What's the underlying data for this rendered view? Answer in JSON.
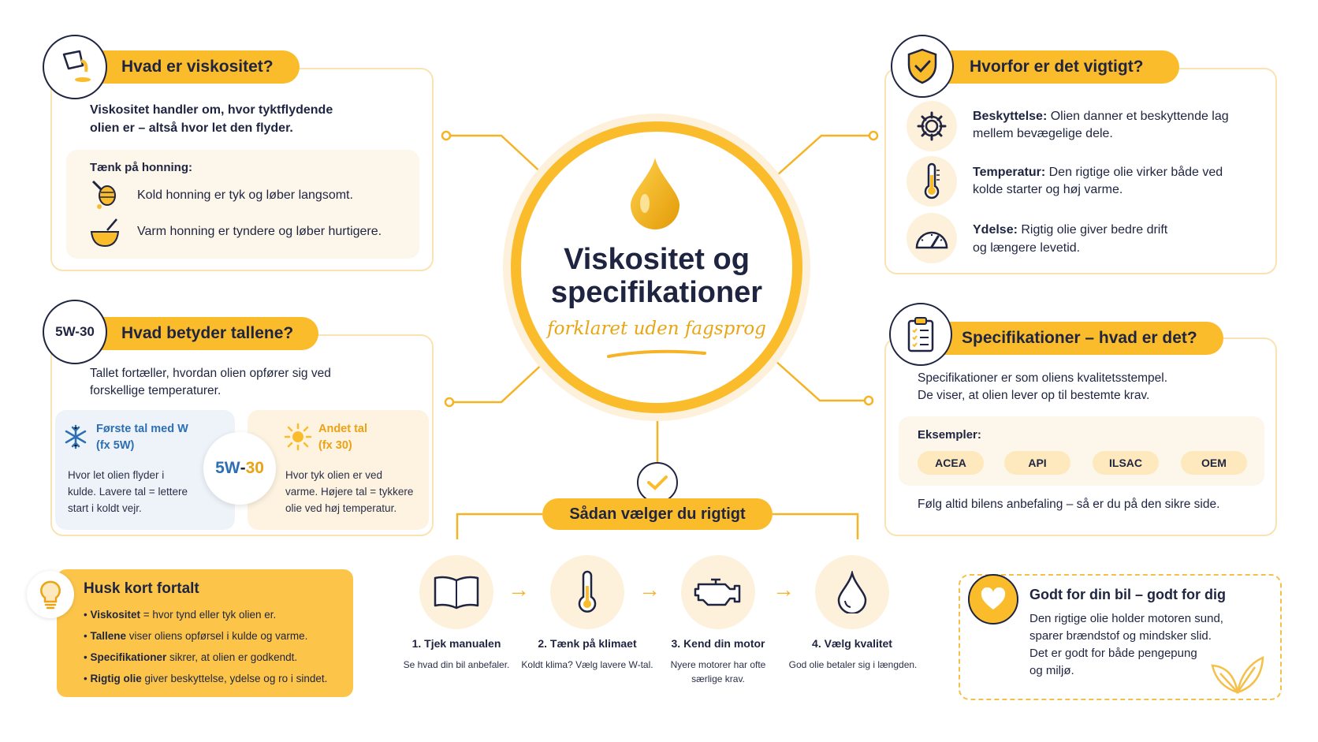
{
  "center": {
    "title_line1": "Viskositet og",
    "title_line2": "specifikationer",
    "subtitle": "forklaret uden fagsprog"
  },
  "viscosity": {
    "heading": "Hvad er viskositet?",
    "intro_line1": "Viskositet handler om, hvor tyktflydende",
    "intro_line2": "olien er – altså hvor let den flyder.",
    "think_label": "Tænk på honning:",
    "cold": "Kold honning er tyk og løber langsomt.",
    "warm": "Varm honning er tyndere og løber hurtigere."
  },
  "numbers": {
    "badge": "5W-30",
    "heading": "Hvad betyder tallene?",
    "intro_line1": "Tallet fortæller, hvordan olien opfører sig ved",
    "intro_line2": "forskellige temperaturer.",
    "first_title_line1": "Første tal med W",
    "first_title_line2": "(fx 5W)",
    "first_text": [
      "Hvor let olien flyder i",
      "kulde. Lavere tal = lettere",
      "start i koldt vejr."
    ],
    "center_badge": {
      "part1": "5W",
      "dash": "-",
      "part2": "30"
    },
    "second_title_line1": "Andet tal",
    "second_title_line2": "(fx 30)",
    "second_text": [
      "Hvor tyk olien er ved",
      "varme. Højere tal = tykkere",
      "olie ved høj temperatur."
    ]
  },
  "why": {
    "heading": "Hvorfor er det vigtigt?",
    "items": [
      {
        "bold": "Beskyttelse:",
        "line1": " Olien danner et beskyttende lag",
        "line2": "mellem bevægelige dele."
      },
      {
        "bold": "Temperatur:",
        "line1": " Den rigtige olie virker både ved",
        "line2": "kolde starter og høj varme."
      },
      {
        "bold": "Ydelse:",
        "line1": " Rigtig olie giver bedre drift",
        "line2": "og længere levetid."
      }
    ]
  },
  "specs": {
    "heading": "Specifikationer – hvad er det?",
    "intro_line1": "Specifikationer er som oliens kvalitetsstempel.",
    "intro_line2": "De viser, at olien lever op til bestemte krav.",
    "examples_label": "Eksempler:",
    "tags": [
      "ACEA",
      "API",
      "ILSAC",
      "OEM"
    ],
    "footer": "Følg altid bilens anbefaling – så er du på den sikre side."
  },
  "choose": {
    "heading": "Sådan vælger du rigtigt",
    "steps": [
      {
        "title": "1. Tjek manualen",
        "sub1": "Se hvad din bil anbefaler.",
        "sub2": ""
      },
      {
        "title": "2. Tænk på klimaet",
        "sub1": "Koldt klima? Vælg lavere W-tal.",
        "sub2": ""
      },
      {
        "title": "3. Kend din motor",
        "sub1": "Nyere motorer har ofte",
        "sub2": "særlige krav."
      },
      {
        "title": "4. Vælg kvalitet",
        "sub1": "God olie betaler sig i længden.",
        "sub2": ""
      }
    ]
  },
  "summary": {
    "heading": "Husk kort fortalt",
    "items": [
      {
        "bold": "Viskositet",
        "rest": " = hvor tynd eller tyk olien er."
      },
      {
        "bold": "Tallene",
        "rest": " viser oliens opførsel i kulde og varme."
      },
      {
        "bold": "Specifikationer",
        "rest": " sikrer, at olien er godkendt."
      },
      {
        "bold": "Rigtig olie",
        "rest": " giver beskyttelse, ydelse og ro i sindet."
      }
    ]
  },
  "good": {
    "heading": "Godt for din bil – godt for dig",
    "lines": [
      "Den rigtige olie holder motoren sund,",
      "sparer brændstof og mindsker slid.",
      "Det er godt for både pengepung",
      "og miljø."
    ]
  },
  "colors": {
    "accent": "#fbbc2c",
    "navy": "#1f2440",
    "soft": "#fdf6ea",
    "blue": "#2d6fb3"
  }
}
